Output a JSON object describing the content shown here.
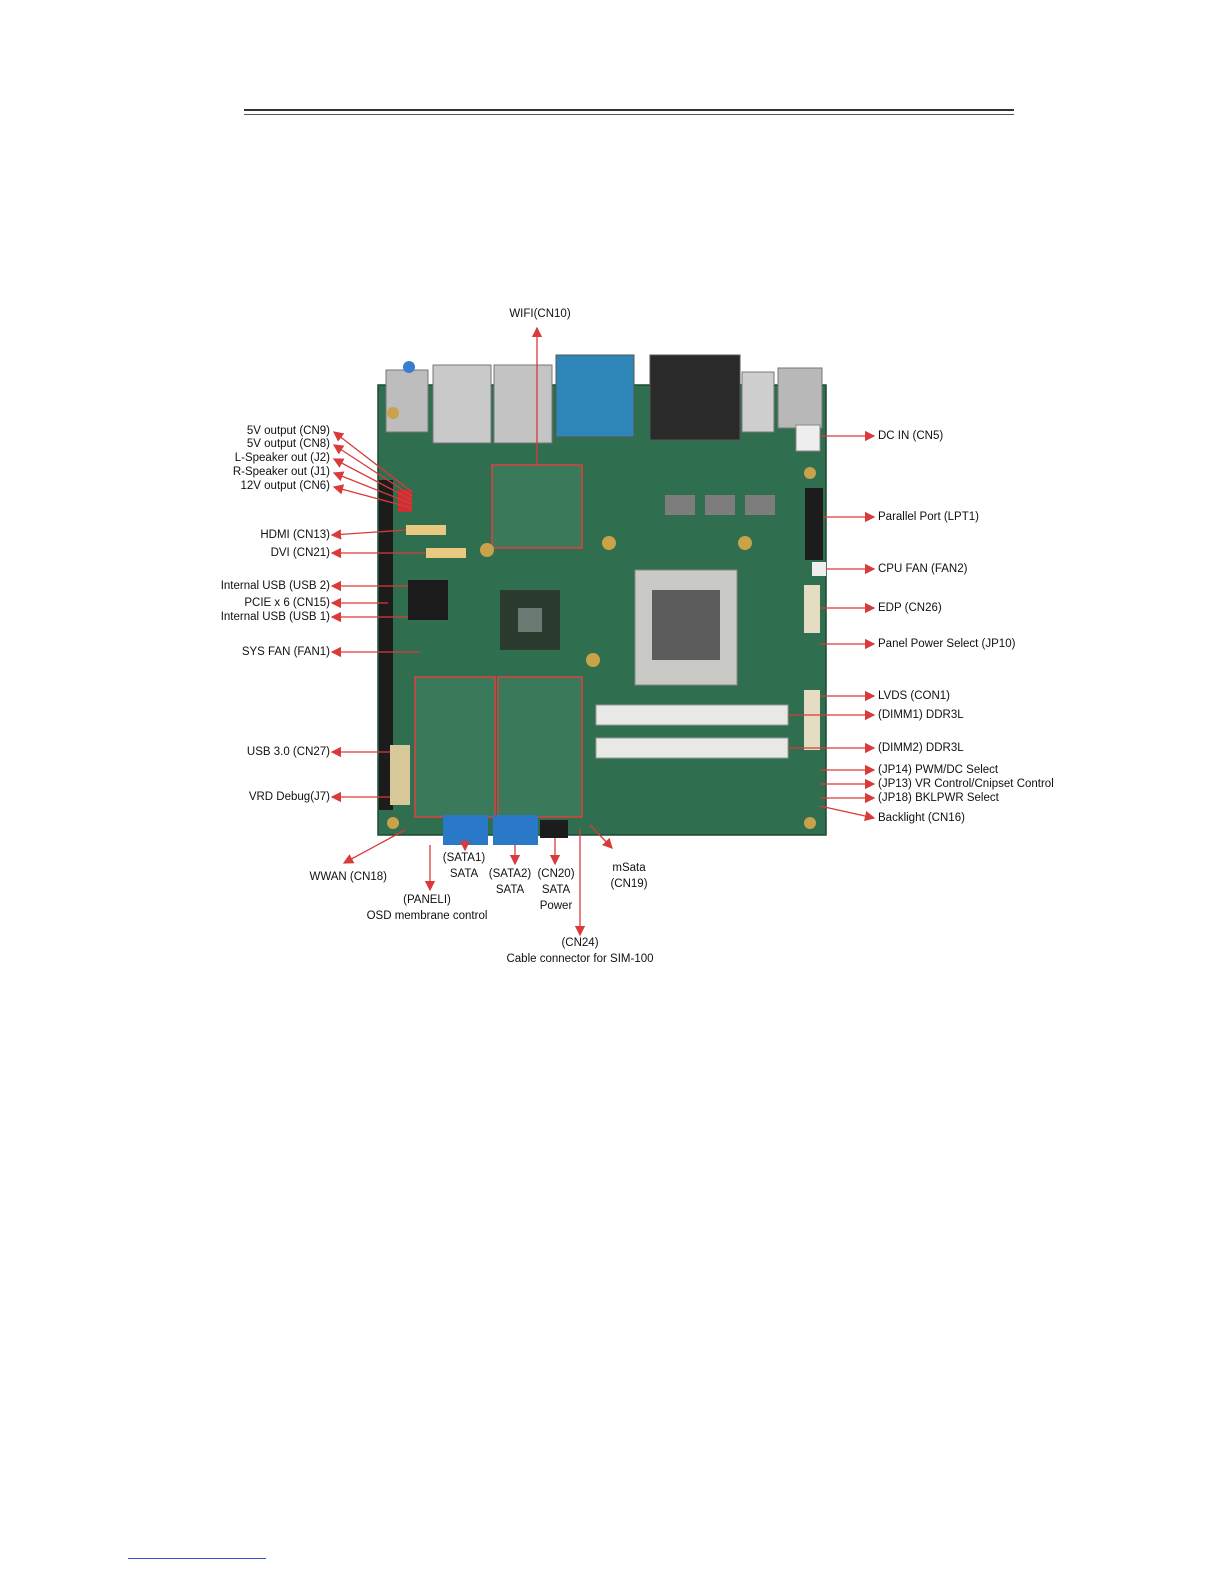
{
  "colors": {
    "pcb": "#2f6e4e",
    "pcb_dark": "#24573d",
    "arrow": "#d93a3a",
    "highlight_box": "#e04040",
    "slot_blue": "#2a78c8",
    "dimm": "#e8e8e6"
  },
  "labels": {
    "wifi": "WIFI(CN10)",
    "cn9": "5V output (CN9)",
    "cn8": "5V output (CN8)",
    "j2": "L-Speaker out (J2)",
    "j1": "R-Speaker out (J1)",
    "cn6": "12V output (CN6)",
    "cn13": "HDMI (CN13)",
    "cn21": "DVI (CN21)",
    "usb2": "Internal USB (USB 2)",
    "cn15": "PCIE x 6 (CN15)",
    "usb1": "Internal USB (USB 1)",
    "fan1": "SYS FAN (FAN1)",
    "cn27": "USB 3.0 (CN27)",
    "j7": "VRD Debug(J7)",
    "cn5": "DC IN (CN5)",
    "lpt1": "Parallel Port (LPT1)",
    "fan2": "CPU FAN (FAN2)",
    "cn26": "EDP (CN26)",
    "jp10": "Panel Power Select (JP10)",
    "con1": "LVDS (CON1)",
    "dimm1": "(DIMM1) DDR3L",
    "dimm2": "(DIMM2) DDR3L",
    "jp14": "(JP14) PWM/DC Select",
    "jp13": "(JP13) VR Control/Cnipset Control",
    "jp18": "(JP18) BKLPWR Select",
    "cn16": "Backlight (CN16)",
    "cn18": "WWAN (CN18)",
    "panel1_a": "(PANELI)",
    "panel1_b": "OSD membrane control",
    "sata1_a": "(SATA1)",
    "sata1_b": "SATA",
    "sata2_a": "(SATA2)",
    "sata2_b": "SATA",
    "cn20_a": "(CN20)",
    "cn20_b": "SATA",
    "cn20_c": "Power",
    "cn19_a": "mSata",
    "cn19_b": "(CN19)",
    "cn24_a": "(CN24)",
    "cn24_b": "Cable connector for SIM-100"
  }
}
